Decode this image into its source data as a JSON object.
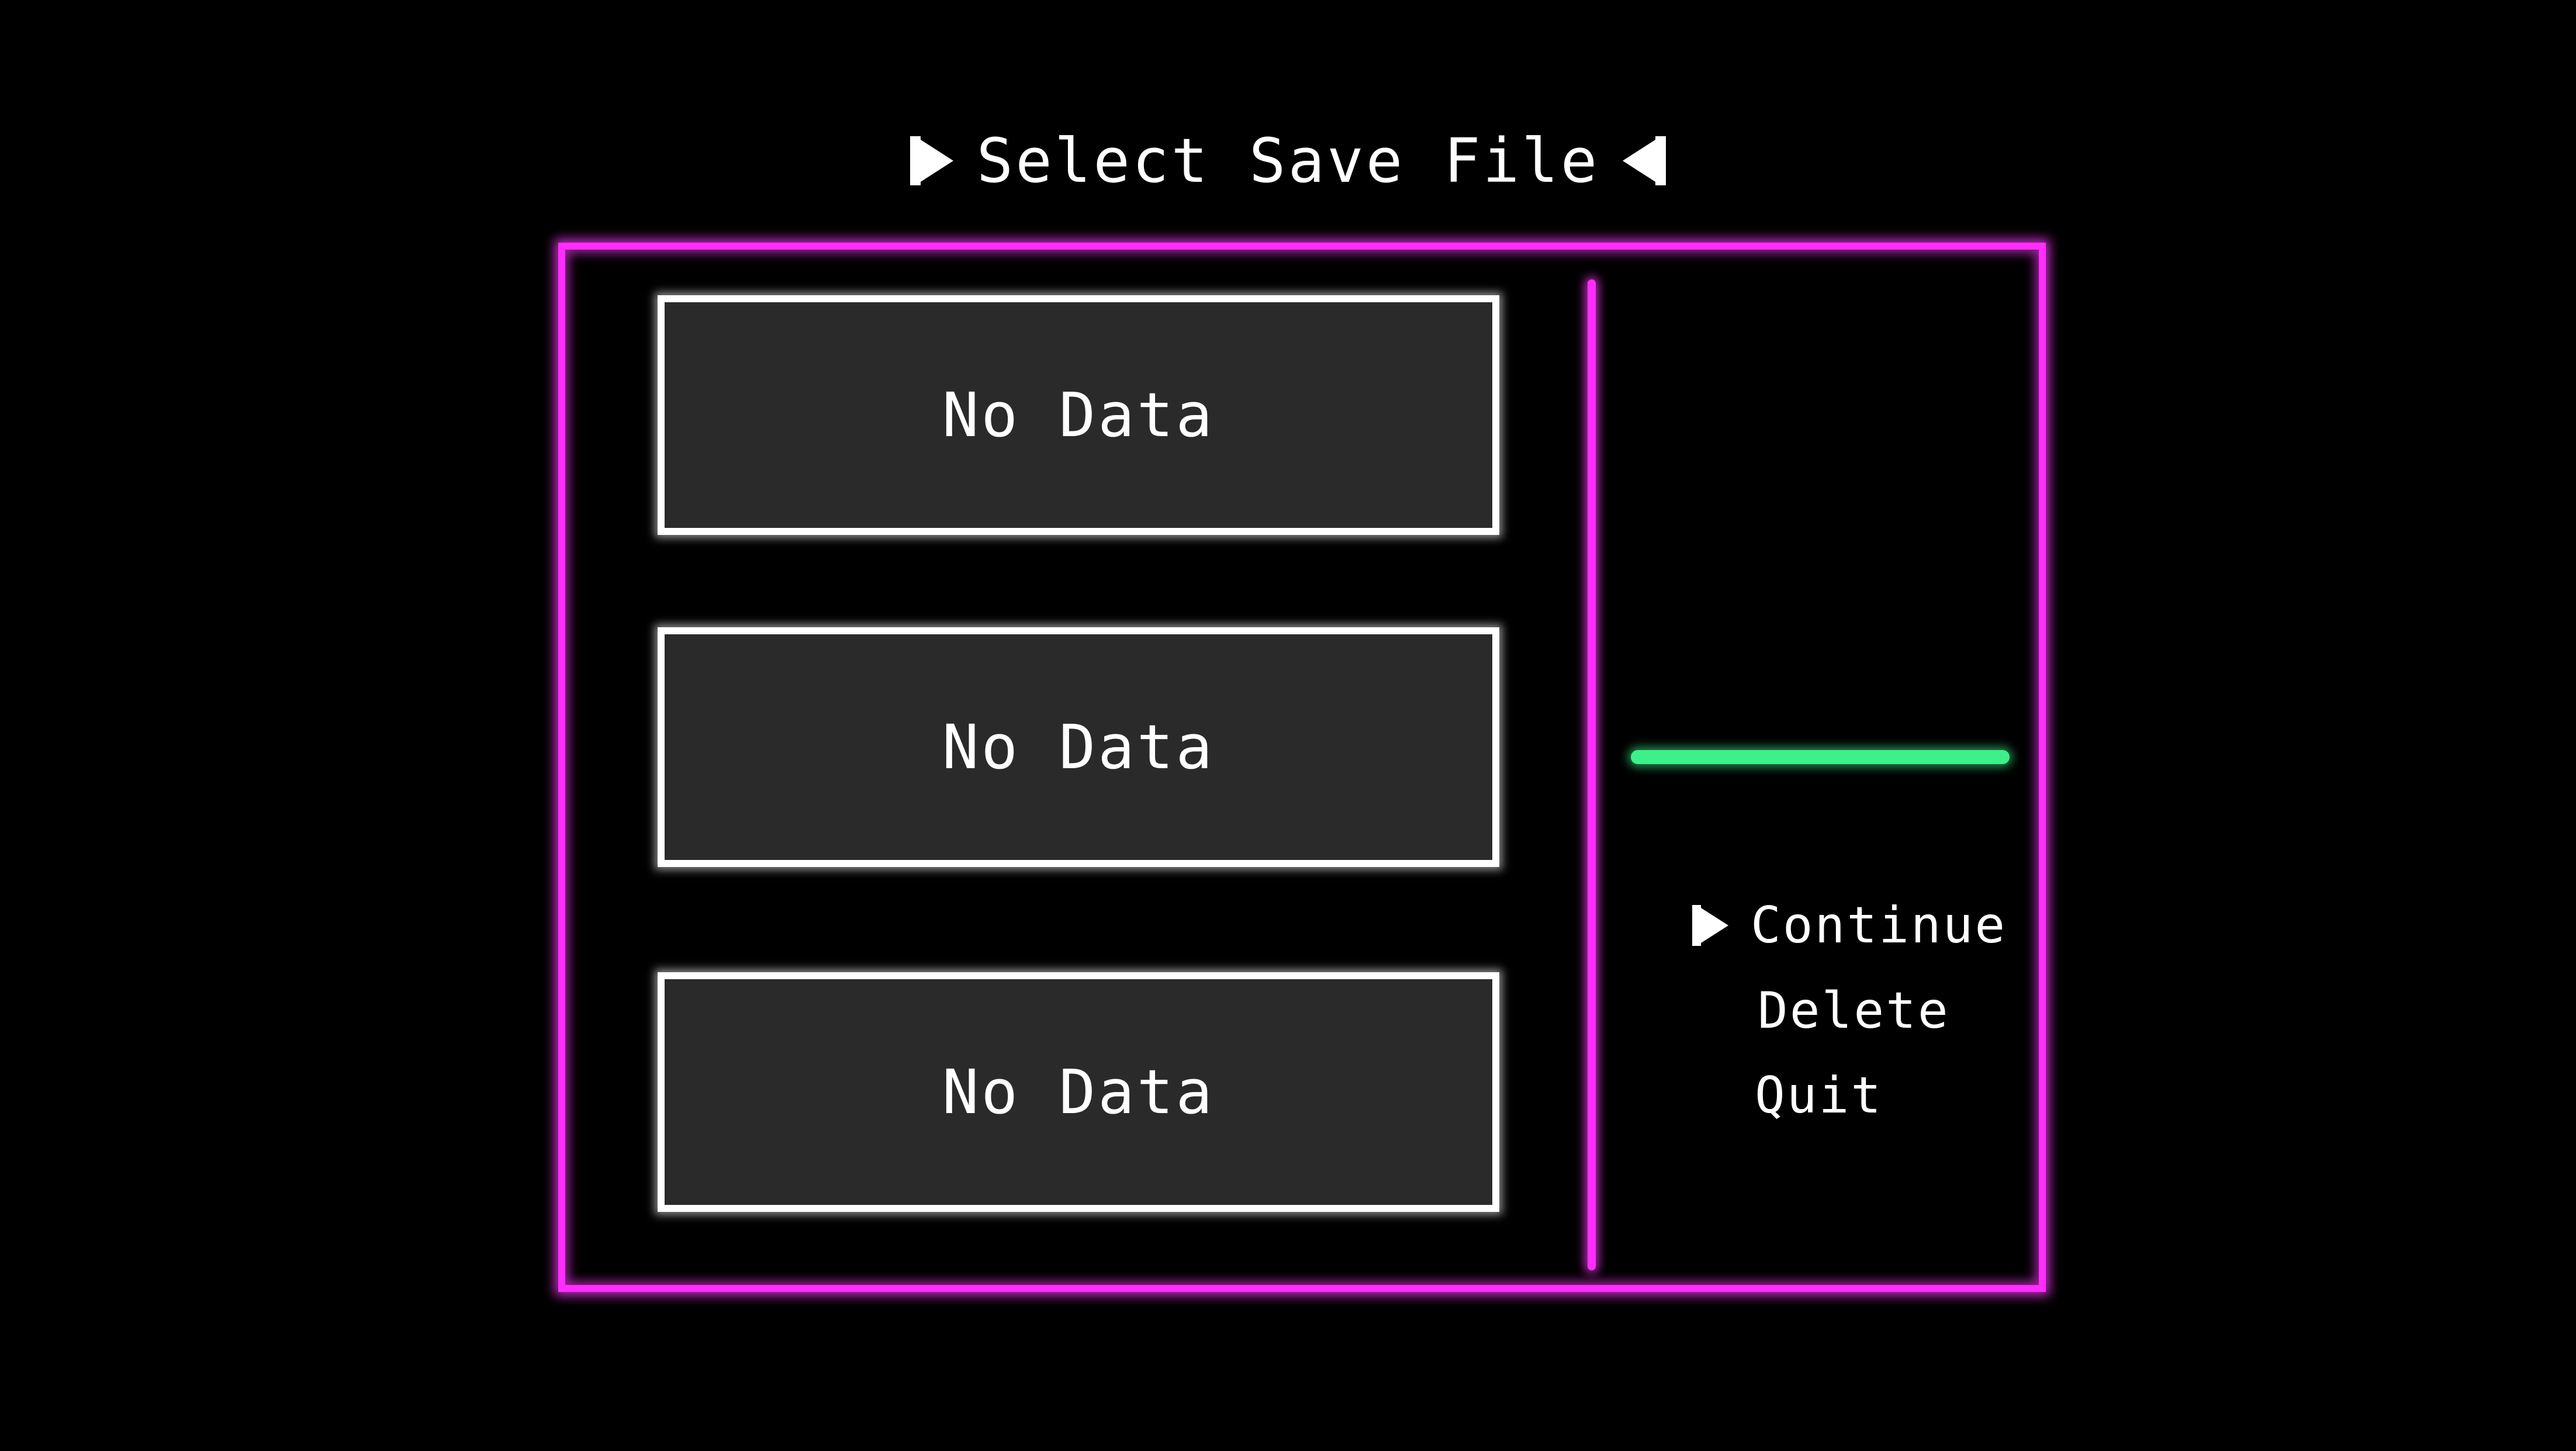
{
  "screen": {
    "title": "Select Save File",
    "title_left_icon": "arrow-right-icon",
    "title_right_icon": "arrow-left-icon"
  },
  "save_slots": [
    {
      "label": "No Data"
    },
    {
      "label": "No Data"
    },
    {
      "label": "No Data"
    }
  ],
  "menu": {
    "cursor_icon": "arrow-right-icon",
    "selected": "Continue",
    "items": [
      {
        "label": "Continue"
      },
      {
        "label": "Delete"
      },
      {
        "label": "Quit"
      }
    ]
  },
  "colors": {
    "background": "#000000",
    "frame": "#ff2dff",
    "slot_fill": "#2a2a2a",
    "slot_border": "#ffffff",
    "accent_bar": "#3ef08a",
    "text": "#ffffff"
  }
}
